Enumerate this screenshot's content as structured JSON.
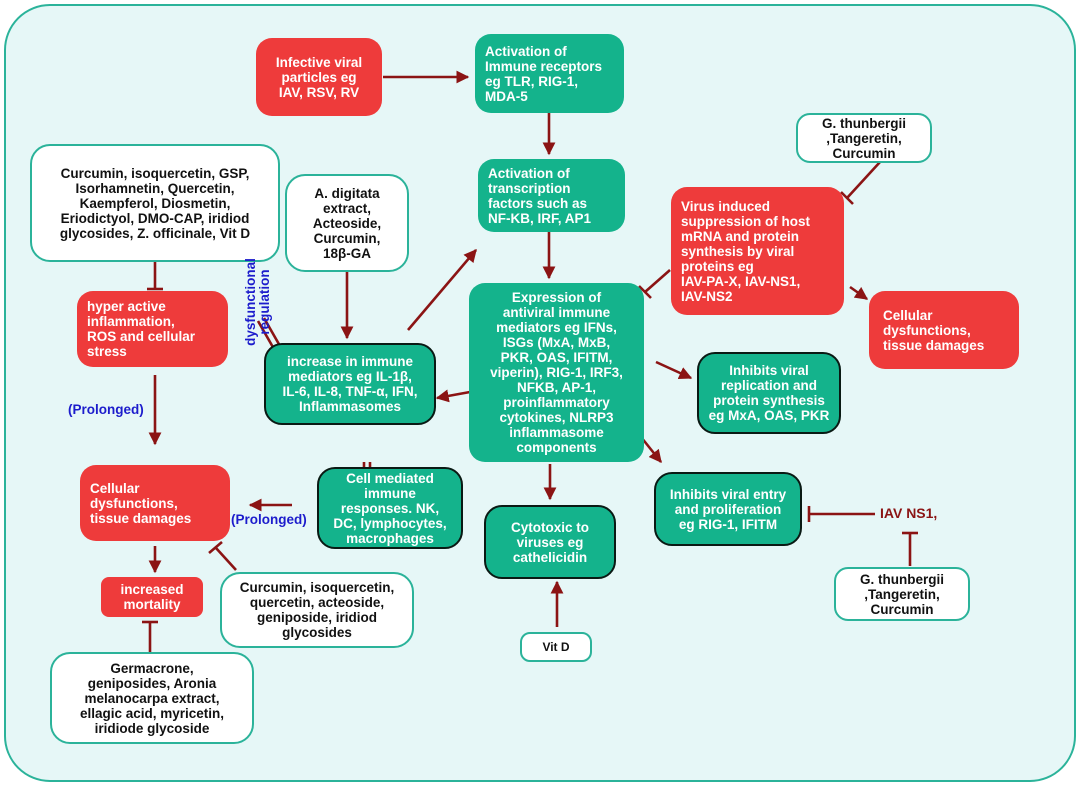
{
  "colors": {
    "red_box": "#ee3b3b",
    "green_box": "#14b38c",
    "frame_border": "#2bb39a",
    "frame_fill": "#e6f7f7",
    "arrow": "#8b1414",
    "blue_label": "#1c1ccc"
  },
  "boxes": {
    "viral_particles": [
      "Infective viral",
      "particles eg",
      "IAV, RSV, RV"
    ],
    "immune_receptors": [
      "Activation of",
      "Immune receptors",
      "eg TLR, RIG-1,",
      "MDA-5"
    ],
    "transcription_factors": [
      "Activation of",
      "transcription",
      "factors such as",
      "NF-KB, IRF, AP1"
    ],
    "gt_top": [
      "G. thunbergii",
      ",Tangeretin,",
      "Curcumin"
    ],
    "virus_suppression": [
      "Virus induced",
      "suppression of host",
      "mRNA and protein",
      "synthesis by viral",
      "proteins eg",
      "IAV-PA-X, IAV-NS1,",
      "IAV-NS2"
    ],
    "cellular_dysfunction_right": [
      "Cellular",
      "dysfunctions,",
      "tissue damages"
    ],
    "antiviral_expression": [
      "Expression of",
      "antiviral immune",
      "mediators eg IFNs,",
      "ISGs (MxA, MxB,",
      "PKR, OAS, IFITM,",
      "viperin), RIG-1, IRF3,",
      "NFKB, AP-1,",
      "proinflammatory",
      "cytokines, NLRP3",
      "inflammasome",
      "components"
    ],
    "inhibit_replication": [
      "Inhibits viral",
      "replication and",
      "protein synthesis",
      "eg MxA, OAS, PKR"
    ],
    "inhibit_entry": [
      "Inhibits viral entry",
      "and proliferation",
      "eg RIG-1, IFITM"
    ],
    "gt_bottom": [
      "G. thunbergii",
      ",Tangeretin,",
      "Curcumin"
    ],
    "cytotoxic": [
      "Cytotoxic to",
      "viruses eg",
      "cathelicidin"
    ],
    "vitd": [
      "Vit D"
    ],
    "adigitata": [
      "A. digitata",
      "extract,",
      "Acteoside,",
      "Curcumin,",
      "18β-GA"
    ],
    "immune_mediators": [
      "increase in immune",
      "mediators eg IL-1β,",
      "IL-6, IL-8, TNF-α, IFN,",
      "Inflammasomes"
    ],
    "cell_mediated": [
      "Cell mediated",
      "immune",
      "responses. NK,",
      "DC, lymphocytes,",
      "macrophages"
    ],
    "curcumin_top": [
      "Curcumin, isoquercetin, GSP,",
      "Isorhamnetin, Quercetin,",
      "Kaempferol, Diosmetin,",
      "Eriodictyol, DMO-CAP, iridiod",
      "glycosides, Z. officinale, Vit D"
    ],
    "hyper_active": [
      "hyper active",
      "inflammation,",
      "ROS and cellular",
      "stress"
    ],
    "cellular_dysfunction_left": [
      "Cellular",
      "dysfunctions,",
      "tissue damages"
    ],
    "increased_mortality": [
      "increased",
      "mortality"
    ],
    "curcumin_bottom": [
      "Curcumin, isoquercetin,",
      "quercetin, acteoside,",
      "geniposide, iridiod",
      "glycosides"
    ],
    "germacrone": [
      "Germacrone,",
      "geniposides, Aronia",
      "melanocarpa extract,",
      "ellagic acid, myricetin,",
      "iridiode glycoside"
    ]
  },
  "labels": {
    "prolonged_1": "(Prolonged)",
    "prolonged_2": "(Prolonged)",
    "dysfunctional_1": "dysfunctional",
    "dysfunctional_2": "regulation",
    "iav_ns1": "IAV NS1,"
  }
}
